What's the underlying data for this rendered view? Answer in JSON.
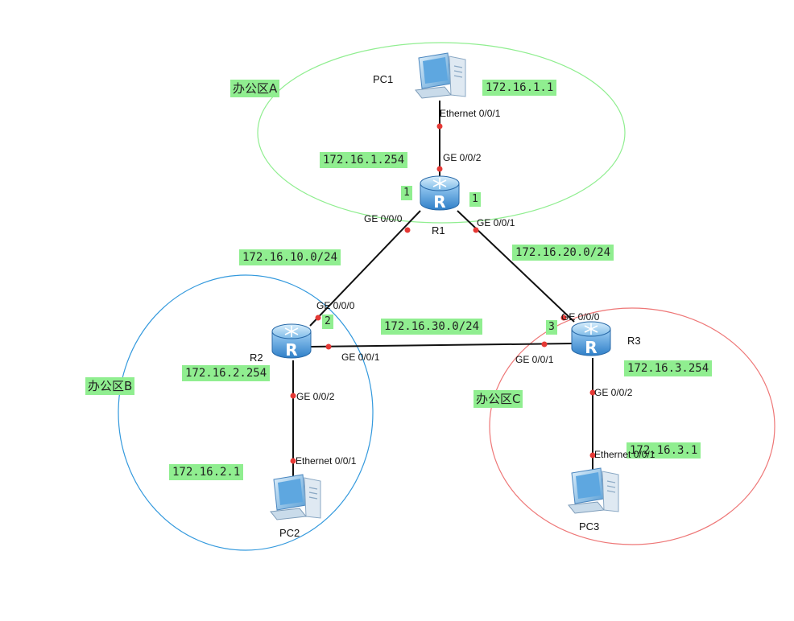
{
  "zones": {
    "a": "办公区A",
    "b": "办公区B",
    "c": "办公区C"
  },
  "devices": {
    "r1": "R1",
    "r2": "R2",
    "r3": "R3",
    "pc1": "PC1",
    "pc2": "PC2",
    "pc3": "PC3"
  },
  "ips": {
    "pc1": "172.16.1.1",
    "r1_gw": "172.16.1.254",
    "net_r1_r2": "172.16.10.0/24",
    "net_r1_r3": "172.16.20.0/24",
    "net_r2_r3": "172.16.30.0/24",
    "r2_gw": "172.16.2.254",
    "pc2": "172.16.2.1",
    "r3_gw": "172.16.3.254",
    "pc3": "172.16.3.1"
  },
  "ports": {
    "pc1_eth": "Ethernet 0/0/1",
    "r1_ge2": "GE 0/0/2",
    "r1_ge0": "GE 0/0/0",
    "r1_ge1": "GE 0/0/1",
    "r2_ge0": "GE 0/0/0",
    "r2_ge1": "GE 0/0/1",
    "r2_ge2": "GE 0/0/2",
    "pc2_eth": "Ethernet 0/0/1",
    "r3_ge0": "GE 0/0/0",
    "r3_ge1": "GE 0/0/1",
    "r3_ge2": "GE 0/0/2",
    "pc3_eth": "Ethernet 0/0/1"
  },
  "area_ids": {
    "r1_left": "1",
    "r1_right": "1",
    "r2": "2",
    "r3": "3"
  },
  "colors": {
    "zone_a": "#90ee90",
    "zone_b": "#3399dd",
    "zone_c": "#ee7777",
    "label_bg": "#90ee90",
    "port_dot": "#e53935",
    "link": "#111111"
  }
}
